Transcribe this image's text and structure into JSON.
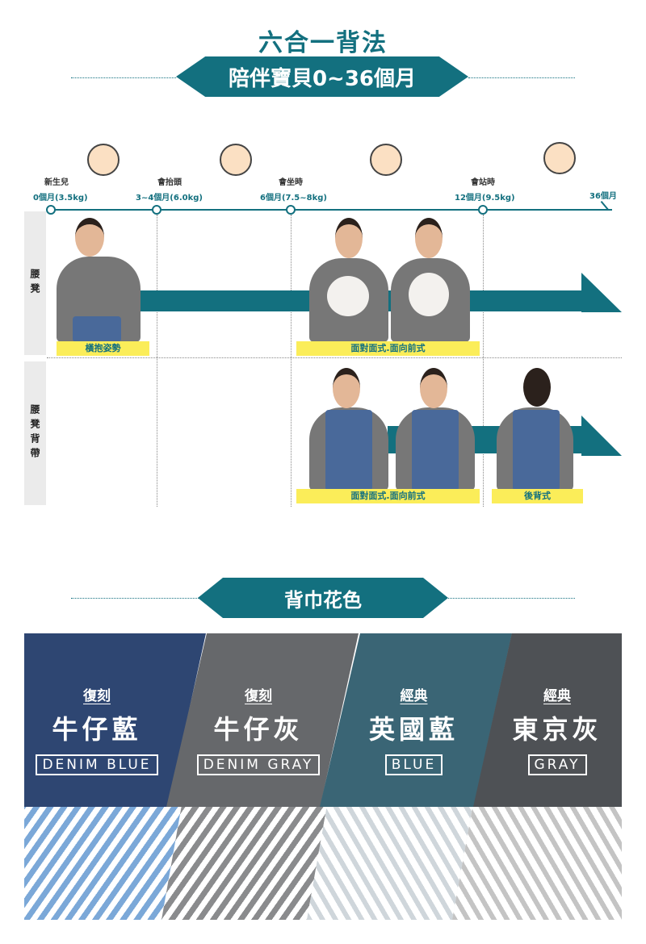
{
  "header": {
    "title": "六合一背法",
    "banner": "陪伴寶貝0~36個月"
  },
  "timeline": {
    "stages": [
      {
        "label": "新生兒",
        "age": "0個月(3.5kg)"
      },
      {
        "label": "會抬頭",
        "age": "3~4個月(6.0kg)"
      },
      {
        "label": "會坐時",
        "age": "6個月(7.5~8kg)"
      },
      {
        "label": "會站時",
        "age": "12個月(9.5kg)"
      }
    ],
    "end_age": "36個月",
    "baby_icons": [
      "baby-sleeping-icon",
      "baby-pacifier-icon",
      "baby-sitting-icon",
      "baby-standing-icon"
    ]
  },
  "rows": [
    {
      "label": "腰凳",
      "tags": [
        "橫抱姿勢",
        "面對面式.面向前式"
      ]
    },
    {
      "label": "腰凳背帶",
      "tags": [
        "面對面式.面向前式",
        "後背式"
      ]
    }
  ],
  "colors_section": {
    "banner": "背巾花色",
    "options": [
      {
        "series": "復刻",
        "name": "牛仔藍",
        "english": "DENIM BLUE",
        "color": "#2e4672"
      },
      {
        "series": "復刻",
        "name": "牛仔灰",
        "english": "DENIM GRAY",
        "color": "#66686b"
      },
      {
        "series": "經典",
        "name": "英國藍",
        "english": "BLUE",
        "color": "#3a6575"
      },
      {
        "series": "經典",
        "name": "東京灰",
        "english": "GRAY",
        "color": "#4e5155"
      }
    ]
  }
}
